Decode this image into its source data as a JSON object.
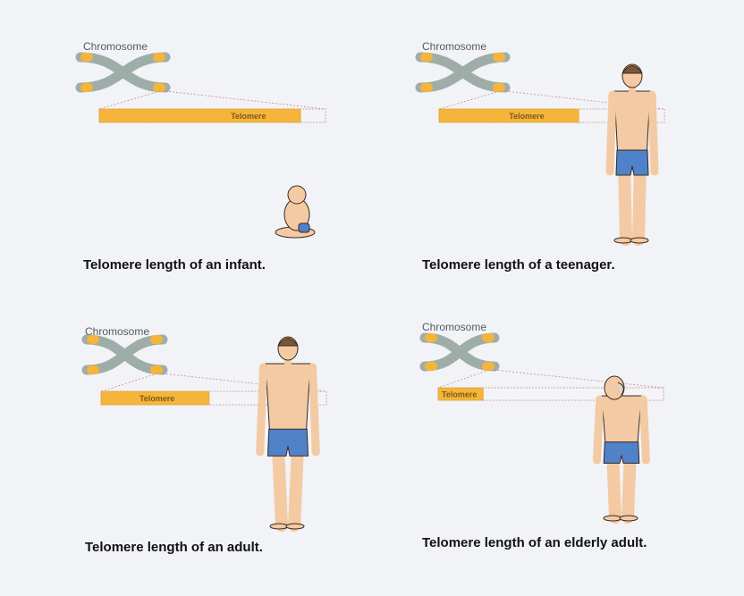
{
  "colors": {
    "background": "#f1f3f7",
    "telomere": "#f5b43a",
    "chromosome": "#9fada8",
    "skin": "#f3caa3",
    "shorts": "#4f82c9",
    "outline": "#3a2a20",
    "dashed": "#c98b93"
  },
  "panels": [
    {
      "chromosome_label": "Chromosome",
      "telomere_label": "Telomere",
      "caption": "Telomere length of an infant.",
      "telomere_fraction": 0.89,
      "figure": "infant"
    },
    {
      "chromosome_label": "Chromosome",
      "telomere_label": "Telomere",
      "caption": "Telomere length of a teenager.",
      "telomere_fraction": 0.62,
      "figure": "teenager"
    },
    {
      "chromosome_label": "Chromosome",
      "telomere_label": "Telomere",
      "caption": "Telomere length of an adult.",
      "telomere_fraction": 0.48,
      "figure": "adult"
    },
    {
      "chromosome_label": "Chromosome",
      "telomere_label": "Telomere",
      "caption": "Telomere length of an elderly adult.",
      "telomere_fraction": 0.2,
      "figure": "elderly"
    }
  ]
}
